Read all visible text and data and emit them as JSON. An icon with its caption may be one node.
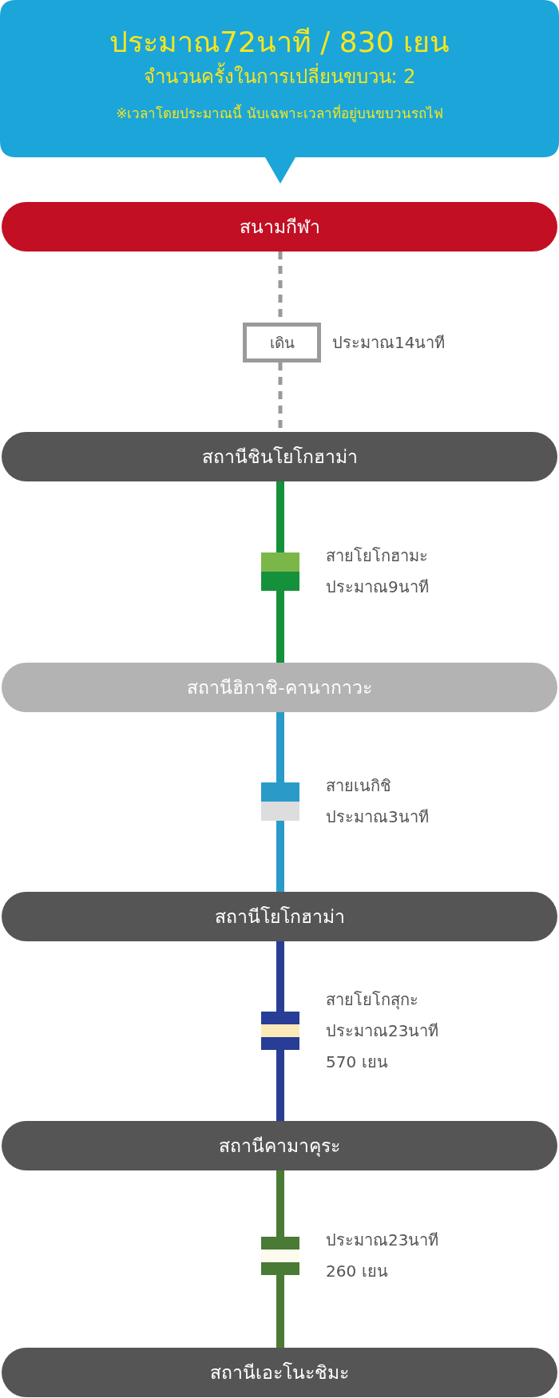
{
  "diagram": {
    "nodes": [
      {
        "text": [
          "ประมาณ72นาที / 830 เยน",
          "จำนวนครั้งในการเปลี่ยนขบวน: 2",
          "※เวลาโดยประมาณนี้ นับเฉพาะเวลาที่อยู่บนขบวนรถไฟ"
        ]
      },
      {
        "text": [
          "สนามกีฬา"
        ]
      },
      {
        "text": [
          "เดิน"
        ],
        "beside": [
          "ประมาณ14นาที"
        ]
      },
      {
        "text": [
          "สถานีชินโยโกฮาม่า"
        ]
      },
      {
        "text": [],
        "shape": "bar",
        "beside": [
          "สายโยโกฮามะ",
          "ประมาณ9นาที"
        ]
      },
      {
        "text": [
          "สถานีฮิกาชิ-คานากาวะ"
        ]
      },
      {
        "text": [],
        "shape": "bar",
        "beside": [
          "สายเนกิชิ",
          "ประมาณ3นาที"
        ]
      },
      {
        "text": [
          "สถานีโยโกฮาม่า"
        ]
      },
      {
        "text": [],
        "shape": "bar",
        "beside": [
          "สายโยโกสุกะ",
          "ประมาณ23นาที",
          "570 เยน"
        ]
      },
      {
        "text": [
          "สถานีคามาคุระ"
        ]
      },
      {
        "text": [],
        "shape": "bar",
        "beside": [
          "ประมาณ23นาที",
          "260 เยน"
        ]
      },
      {
        "text": [
          "สถานีเอะโนะชิมะ"
        ]
      }
    ],
    "edges": [
      {
        "from": 1,
        "to": 2,
        "arrow": "none",
        "style": "dashed",
        "color": "#9a9a9a"
      },
      {
        "from": 2,
        "to": 3,
        "arrow": "none",
        "style": "dashed",
        "color": "#9a9a9a"
      },
      {
        "from": 3,
        "to": 4,
        "arrow": "none",
        "color": "#16913b"
      },
      {
        "from": 4,
        "to": 5,
        "arrow": "none",
        "color": "#16913b"
      },
      {
        "from": 5,
        "to": 6,
        "arrow": "none",
        "color": "#2a9bc9"
      },
      {
        "from": 6,
        "to": 7,
        "arrow": "none",
        "color": "#2a9bc9"
      },
      {
        "from": 7,
        "to": 8,
        "arrow": "none",
        "color": "#283d95"
      },
      {
        "from": 8,
        "to": 9,
        "arrow": "none",
        "color": "#283d95"
      },
      {
        "from": 9,
        "to": 10,
        "arrow": "none",
        "color": "#4a7a35"
      },
      {
        "from": 10,
        "to": 11,
        "arrow": "none",
        "color": "#4a7a35"
      }
    ]
  }
}
